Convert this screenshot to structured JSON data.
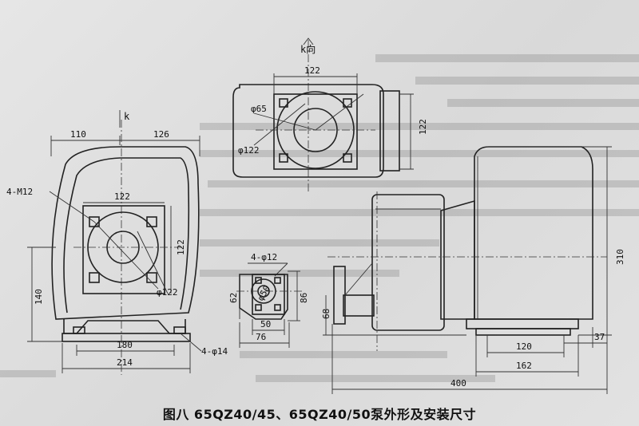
{
  "caption": "图八 65QZ40/45、65QZ40/50泵外形及安装尺寸",
  "view_label": "k向",
  "k_marker": "k",
  "dimensions": {
    "top_width": "122",
    "top_height": "122",
    "top_dia_small": "φ65",
    "top_dia_large": "φ122",
    "left_w1": "110",
    "left_w2": "126",
    "left_bolts": "4-M12",
    "left_flange_w": "122",
    "left_flange_h": "122",
    "left_dia": "φ122",
    "left_height": "140",
    "left_base_inner": "180",
    "left_base_outer": "214",
    "left_foot_holes": "4-φ14",
    "flange_holes": "4-φ12",
    "flange_dia": "φ50",
    "flange_h_left": "62",
    "flange_h_right": "86",
    "flange_w_inner": "50",
    "flange_w_outer": "76",
    "side_height": "310",
    "side_outlet_h": "68",
    "side_foot_inner": "120",
    "side_foot_outer": "162",
    "side_foot_off": "37",
    "side_length": "400"
  }
}
